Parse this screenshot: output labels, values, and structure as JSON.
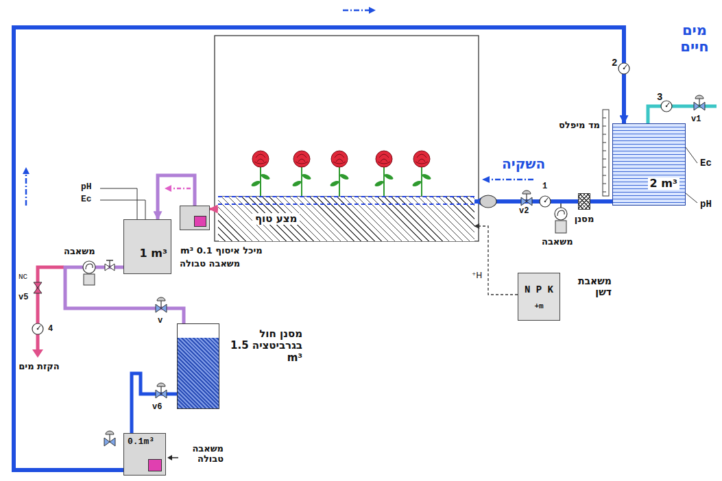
{
  "diagram": {
    "nodes": [
      {
        "text": [
          "2 m³"
        ]
      },
      {
        "text": [
          "מסנן"
        ]
      },
      {
        "text": [
          "מצע טוף"
        ]
      },
      {
        "text": [
          "N P K",
          "+m"
        ]
      },
      {
        "text": [
          "מיכל איסוף 0.1 m³"
        ]
      },
      {
        "text": [
          "1 m³"
        ]
      },
      {
        "text": [
          "מסנן חול בגרביטציה 1.5 m³"
        ]
      },
      {
        "text": [
          "0.1m³"
        ]
      }
    ],
    "edges": [
      {
        "from": 0,
        "to": 1,
        "arrow": "none"
      },
      {
        "from": 1,
        "to": 2,
        "arrow": "to",
        "label": "השקיה"
      },
      {
        "from": 3,
        "to": 2,
        "arrow": "to",
        "label": "H⁺"
      },
      {
        "from": 2,
        "to": 4,
        "arrow": "to"
      },
      {
        "from": 4,
        "to": 5,
        "arrow": "to"
      },
      {
        "from": 5,
        "to": 6,
        "arrow": "none"
      },
      {
        "from": 6,
        "to": 7,
        "arrow": "none"
      },
      {
        "from": 7,
        "to": 0,
        "arrow": "to"
      }
    ],
    "labels": [
      "מים חיים",
      "מד מיפלס",
      "Ec",
      "pH",
      "2",
      "3",
      "v1",
      "1",
      "v2",
      "משאבה",
      "משאבת דשן",
      "משאבה טבולה",
      "pH",
      "Ec",
      "משאבה",
      "NC",
      "v5",
      "4",
      "הקזת מים",
      "v",
      "v6",
      "משאבה טבולה"
    ]
  }
}
